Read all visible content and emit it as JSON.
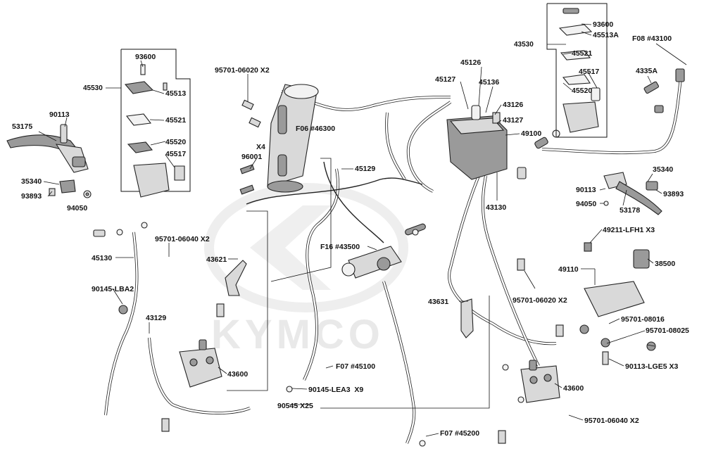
{
  "watermark": "KYMCO",
  "labels": [
    "53175",
    "90113",
    "35340",
    "93893",
    "94050",
    "93600",
    "45530",
    "45513",
    "45521",
    "45520",
    "45517",
    "95701-06020 X2",
    "X4",
    "96001",
    "F06 #46300",
    "45126",
    "45127",
    "45136",
    "43126",
    "43127",
    "49100",
    "45129",
    "43130",
    "93600",
    "43530",
    "45513A",
    "45521",
    "45517",
    "45520",
    "F08 #43100",
    "4335A",
    "35340",
    "90113",
    "93893",
    "94050",
    "53178",
    "45130",
    "95701-06040 X2",
    "43621",
    "90145-LBA2",
    "43129",
    "43600",
    "F16 #43500",
    "F07 #45100",
    "90145-LEA3  X9",
    "90545 X25",
    "F07 #45200",
    "43631",
    "43600",
    "95701-06040 X2",
    "49211-LFH1 X3",
    "38500",
    "49110",
    "95701-06020 X2",
    "95701-08016",
    "95701-08025",
    "90113-LGE5 X3"
  ],
  "icons": [
    "brake-lever-left-icon",
    "brake-lever-right-icon",
    "master-cylinder-icon",
    "abs-modulator-icon",
    "brake-caliper-icon",
    "bolt-icon",
    "washer-icon",
    "brake-hose-icon",
    "bracket-icon",
    "connector-icon",
    "banjo-bolt-icon"
  ]
}
